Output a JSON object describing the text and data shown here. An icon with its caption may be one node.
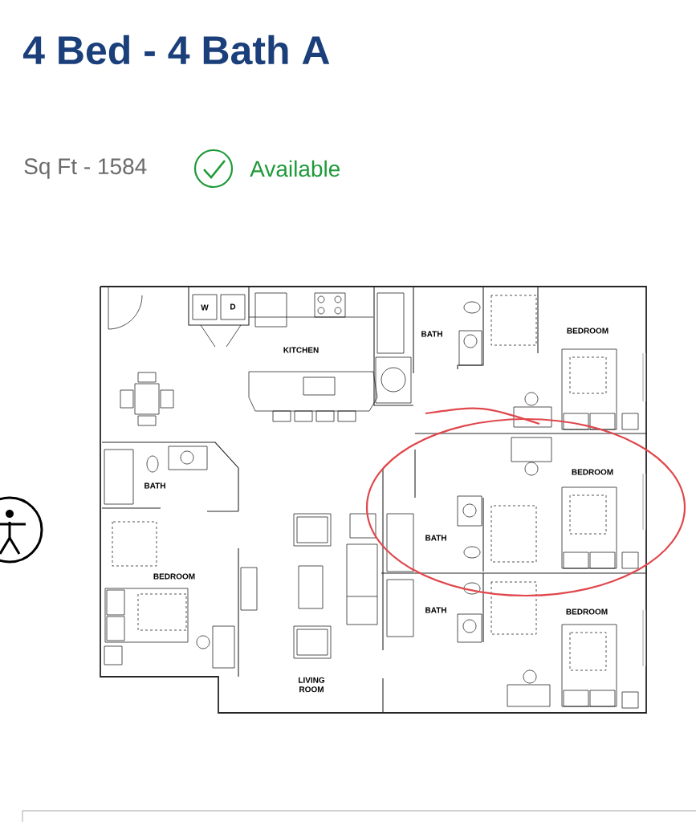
{
  "diagram": {
    "title": "4 Bed - 4 Bath A",
    "labels": [
      "Sq Ft - 1584",
      "Available",
      "W",
      "D",
      "KITCHEN",
      "BATH",
      "BEDROOM",
      "BATH",
      "BEDROOM",
      "BATH",
      "BEDROOM",
      "BATH",
      "BEDROOM",
      "LIVING ROOM"
    ]
  }
}
